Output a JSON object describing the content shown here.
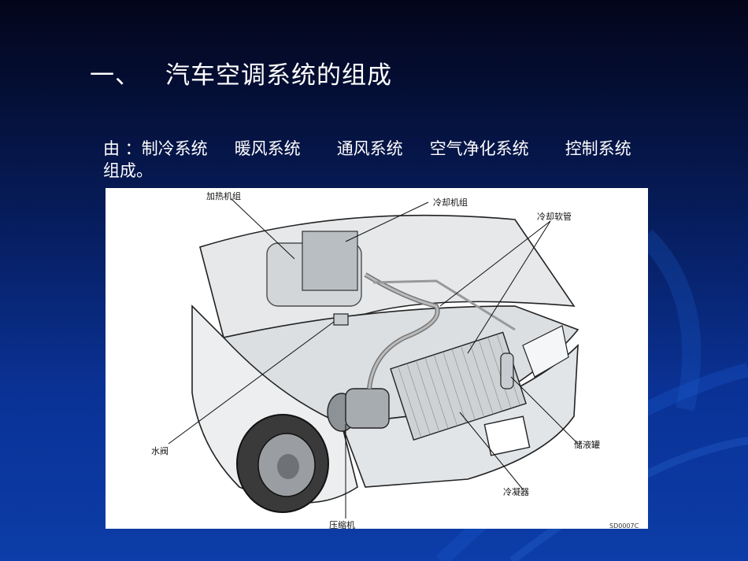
{
  "title": {
    "number": "一、",
    "text": "汽车空调系统的组成"
  },
  "subtitle": {
    "prefix": "由 ：",
    "items": [
      "制冷系统",
      "暖风系统",
      "通风系统",
      "空气净化系统",
      "控制系统"
    ],
    "suffix": "组成。"
  },
  "figure": {
    "labels": {
      "heater_unit": "加热机组",
      "cooling_unit": "冷却机组",
      "cooling_hose": "冷却软管",
      "water_valve": "水阀",
      "receiver": "储液罐",
      "condenser": "冷凝器",
      "compressor": "压缩机"
    },
    "code": "SD0007C"
  }
}
